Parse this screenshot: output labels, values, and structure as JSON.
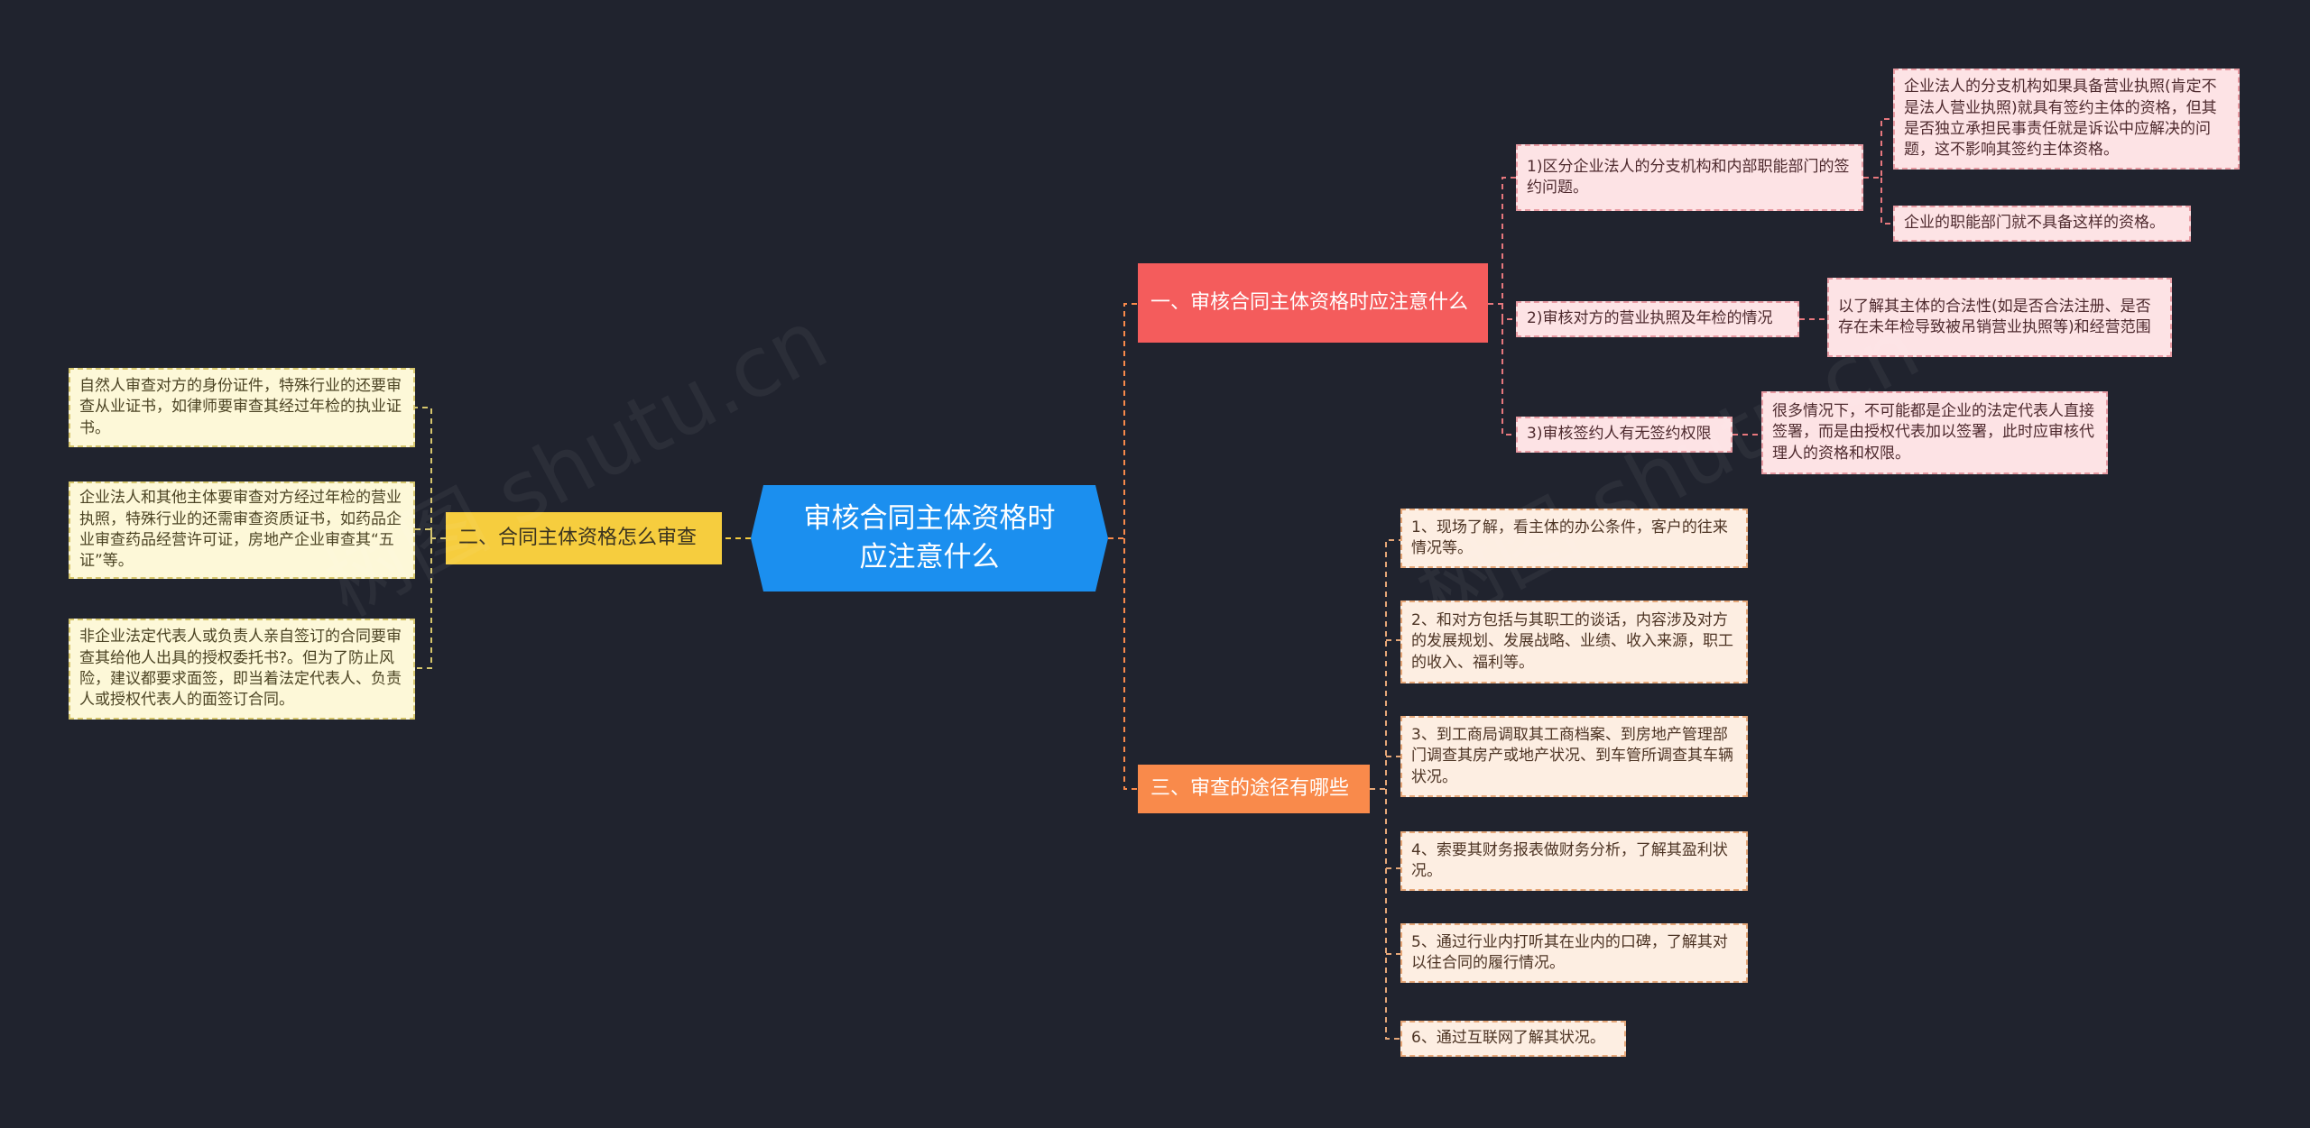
{
  "center": {
    "title": "审核合同主体资格时应注意什么"
  },
  "branch1": {
    "label": "一、审核合同主体资格时应注意什么",
    "items": [
      {
        "label": "1)区分企业法人的分支机构和内部职能部门的签约问题。",
        "details": [
          "企业法人的分支机构如果具备营业执照(肯定不是法人营业执照)就具有签约主体的资格，但其是否独立承担民事责任就是诉讼中应解决的问题，这不影响其签约主体资格。",
          "企业的职能部门就不具备这样的资格。"
        ]
      },
      {
        "label": "2)审核对方的营业执照及年检的情况",
        "details": [
          "以了解其主体的合法性(如是否合法注册、是否存在未年检导致被吊销营业执照等)和经营范围"
        ]
      },
      {
        "label": "3)审核签约人有无签约权限",
        "details": [
          "很多情况下，不可能都是企业的法定代表人直接签署，而是由授权代表加以签署，此时应审核代理人的资格和权限。"
        ]
      }
    ]
  },
  "branch2": {
    "label": "二、合同主体资格怎么审查",
    "items": [
      "自然人审查对方的身份证件，特殊行业的还要审查从业证书，如律师要审查其经过年检的执业证书。",
      "企业法人和其他主体要审查对方经过年检的营业执照，特殊行业的还需审查资质证书，如药品企业审查药品经营许可证，房地产企业审查其“五证”等。",
      "非企业法定代表人或负责人亲自签订的合同要审查其给他人出具的授权委托书?。但为了防止风险，建议都要求面签，即当着法定代表人、负责人或授权代表人的面签订合同。"
    ]
  },
  "branch3": {
    "label": "三、审查的途径有哪些",
    "items": [
      "1、现场了解，看主体的办公条件，客户的往来情况等。",
      "2、和对方包括与其职工的谈话，内容涉及对方的发展规划、发展战略、业绩、收入来源，职工的收入、福利等。",
      "3、到工商局调取其工商档案、到房地产管理部门调查其房产或地产状况、到车管所调查其车辆状况。",
      "4、索要其财务报表做财务分析，了解其盈利状况。",
      "5、通过行业内打听其在业内的口碑，了解其对以往合同的履行情况。",
      "6、通过互联网了解其状况。"
    ]
  },
  "watermark": "树图 shutu.cn",
  "colors": {
    "background": "#20232e",
    "center": "#1b8fef",
    "branch1": "#f45c5c",
    "branch2": "#f6cd3e",
    "branch3": "#f98a4b"
  }
}
